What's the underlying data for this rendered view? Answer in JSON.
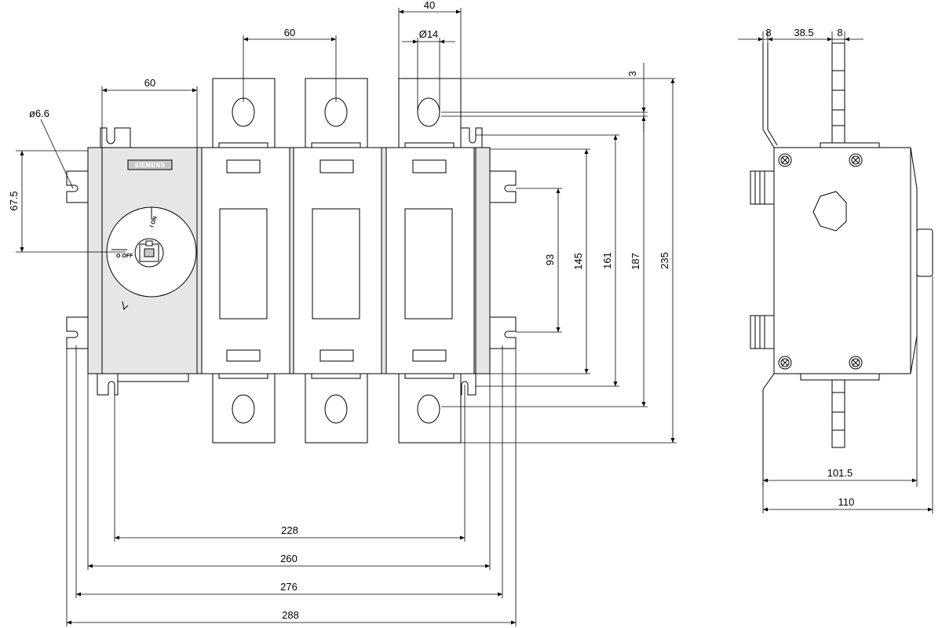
{
  "brand_logo": "SIEMENS",
  "handle_labels": {
    "on": "I ON",
    "off": "O OFF"
  },
  "front_dimensions": {
    "d_60_top": "60",
    "d_40": "40",
    "d_14": "Ø14",
    "d_60_left": "60",
    "d_6_6": "ø6.6",
    "d_67_5": "67.5",
    "d_3": "3",
    "d_93": "93",
    "d_145": "145",
    "d_161": "161",
    "d_187": "187",
    "d_235": "235",
    "d_228": "228",
    "d_260": "260",
    "d_276": "276",
    "d_288": "288"
  },
  "side_dimensions": {
    "d_8_left": "8",
    "d_38_5": "38.5",
    "d_8_right": "8",
    "d_101_5": "101.5",
    "d_110": "110"
  }
}
